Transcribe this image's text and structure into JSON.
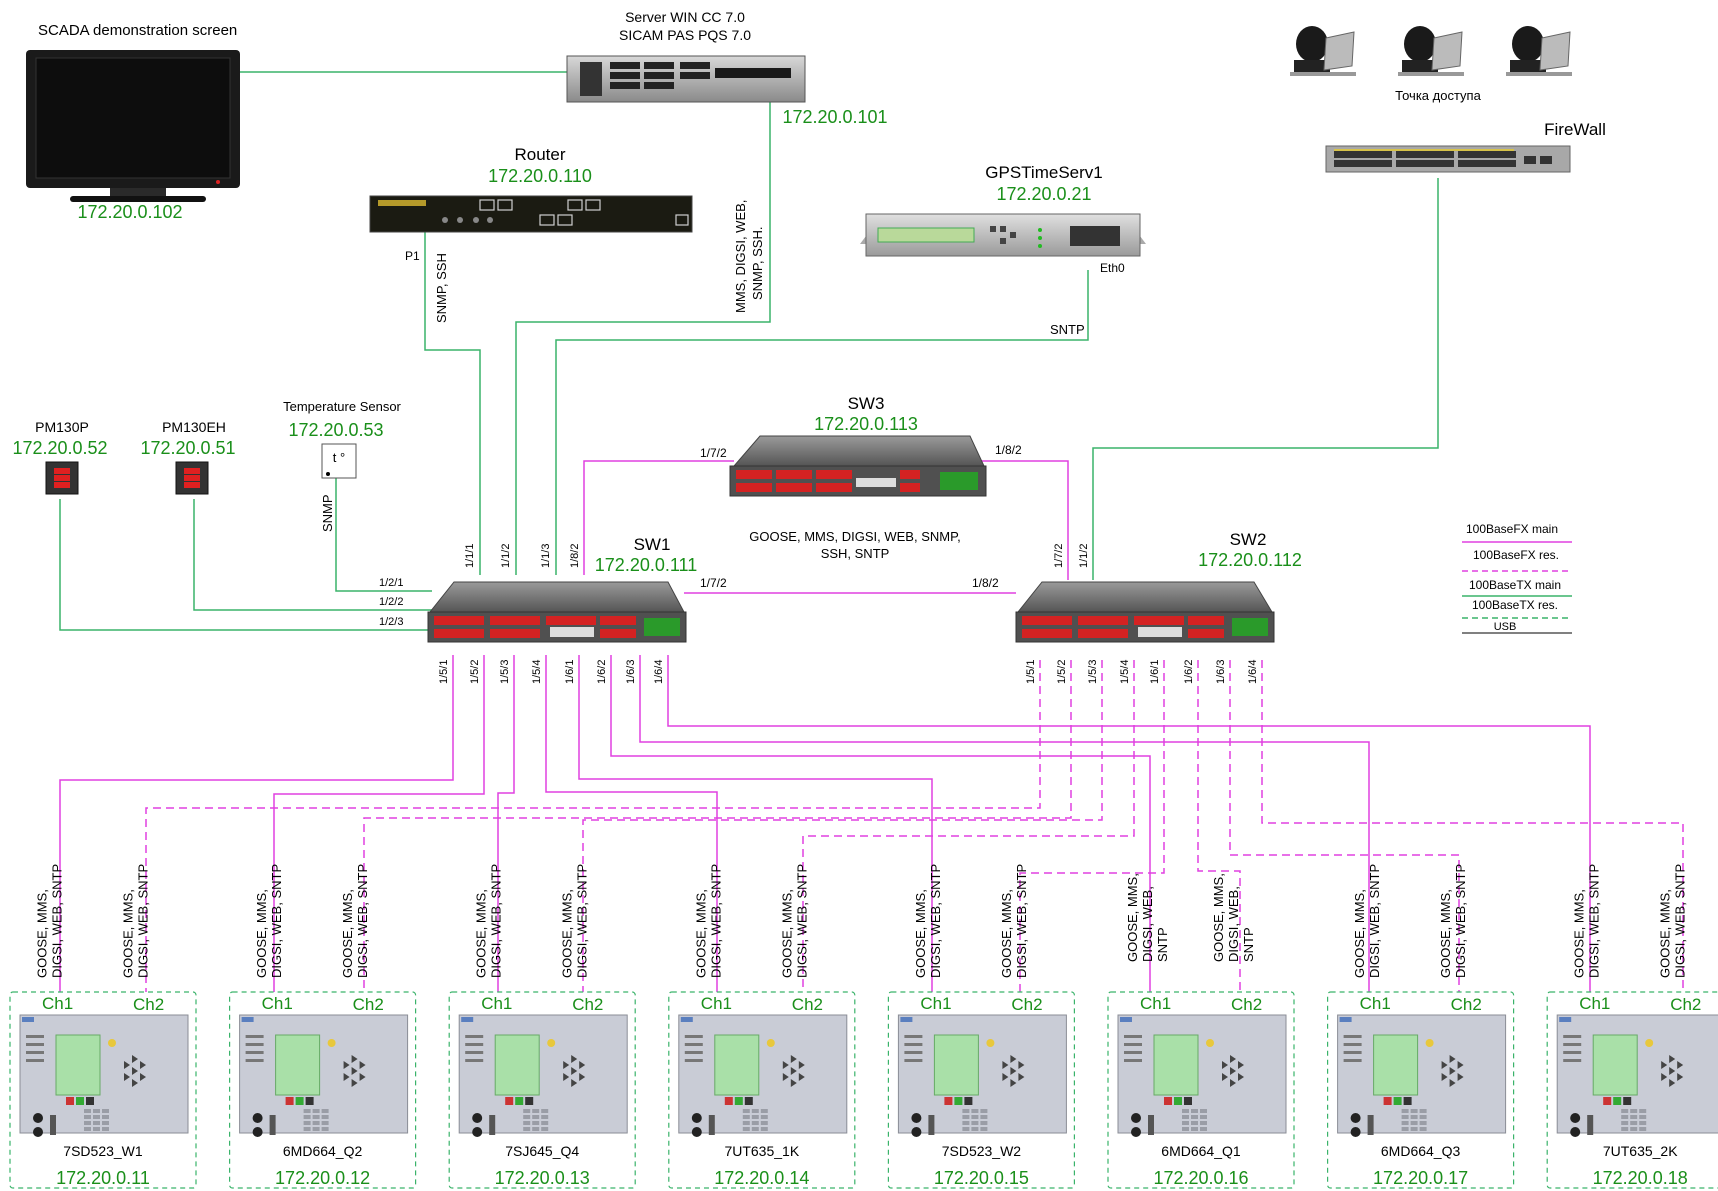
{
  "colors": {
    "fiber": "#e040e0",
    "tx": "#3ab36a",
    "usb": "#000000",
    "ip": "#1a8f1a",
    "switch_body": "#6a6a6a",
    "port_red": "#d42222"
  },
  "scada": {
    "title": "SCADA demonstration screen",
    "ip": "172.20.0.102",
    "icon": "monitor-icon"
  },
  "server": {
    "line1": "Server WIN CC 7.0",
    "line2": "SICAM PAS PQS 7.0",
    "ip": "172.20.0.101",
    "icon": "server-icon"
  },
  "router": {
    "name": "Router",
    "ip": "172.20.0.110",
    "port": "P1",
    "protocols": "SNMP, SSH",
    "icon": "router-icon"
  },
  "server_link": {
    "line1": "MMS, DIGSI, WEB,",
    "line2": "SNMP, SSH."
  },
  "gps": {
    "name": "GPSTimeServ1",
    "ip": "172.20.0.21",
    "port": "Eth0",
    "protocol": "SNTP",
    "icon": "gps-clock-icon"
  },
  "access_point": {
    "label": "Точка доступа",
    "icon": "hacker-laptop-icon"
  },
  "firewall": {
    "name": "FireWall",
    "icon": "firewall-switch-icon"
  },
  "pm130p": {
    "name": "PM130P",
    "ip": "172.20.0.52",
    "icon": "power-meter-icon"
  },
  "pm130eh": {
    "name": "PM130EH",
    "ip": "172.20.0.51",
    "icon": "power-meter-icon"
  },
  "temp": {
    "name": "Temperature Sensor",
    "ip": "172.20.0.53",
    "glyph": "t °",
    "protocol": "SNMP",
    "icon": "temperature-sensor-icon"
  },
  "sw1": {
    "name": "SW1",
    "ip": "172.20.0.111",
    "ports_top": [
      "1/1/1",
      "1/1/2",
      "1/1/3",
      "1/8/2"
    ],
    "ports_left": [
      "1/2/1",
      "1/2/2",
      "1/2/3"
    ],
    "port_right": "1/7/2",
    "ports_bottom": [
      "1/5/1",
      "1/5/2",
      "1/5/3",
      "1/5/4",
      "1/6/1",
      "1/6/2",
      "1/6/3",
      "1/6/4"
    ]
  },
  "sw2": {
    "name": "SW2",
    "ip": "172.20.0.112",
    "ports_top": [
      "1/7/2",
      "1/1/2"
    ],
    "port_left": "1/8/2",
    "ports_bottom": [
      "1/5/1",
      "1/5/2",
      "1/5/3",
      "1/5/4",
      "1/6/1",
      "1/6/2",
      "1/6/3",
      "1/6/4"
    ]
  },
  "sw3": {
    "name": "SW3",
    "ip": "172.20.0.113",
    "port_left": "1/7/2",
    "port_right": "1/8/2",
    "protocols_line1": "GOOSE, MMS, DIGSI, WEB, SNMP,",
    "protocols_line2": "SSH, SNTP"
  },
  "legend": {
    "items": [
      "100BaseFX main",
      "100BaseFX res.",
      "100BaseTX main",
      "100BaseTX res.",
      "USB"
    ]
  },
  "ied_link": {
    "line1": "GOOSE, MMS,",
    "line2": "DIGSI, WEB, SNTP"
  },
  "ied_link_alt": {
    "line1": "GOOSE, MMS,",
    "line2": "DIGSI, WEB,",
    "line3": "SNTP"
  },
  "channels": {
    "ch1": "Ch1",
    "ch2": "Ch2"
  },
  "ieds": [
    {
      "name": "7SD523_W1",
      "ip": "172.20.0.11",
      "icon": "relay-panel-icon"
    },
    {
      "name": "6MD664_Q2",
      "ip": "172.20.0.12",
      "icon": "relay-panel-icon"
    },
    {
      "name": "7SJ645_Q4",
      "ip": "172.20.0.13",
      "icon": "relay-panel-icon"
    },
    {
      "name": "7UT635_1K",
      "ip": "172.20.0.14",
      "icon": "relay-panel-icon"
    },
    {
      "name": "7SD523_W2",
      "ip": "172.20.0.15",
      "icon": "relay-panel-icon"
    },
    {
      "name": "6MD664_Q1",
      "ip": "172.20.0.16",
      "icon": "relay-panel-icon"
    },
    {
      "name": "6MD664_Q3",
      "ip": "172.20.0.17",
      "icon": "relay-panel-icon"
    },
    {
      "name": "7UT635_2K",
      "ip": "172.20.0.18",
      "icon": "relay-panel-icon"
    }
  ]
}
